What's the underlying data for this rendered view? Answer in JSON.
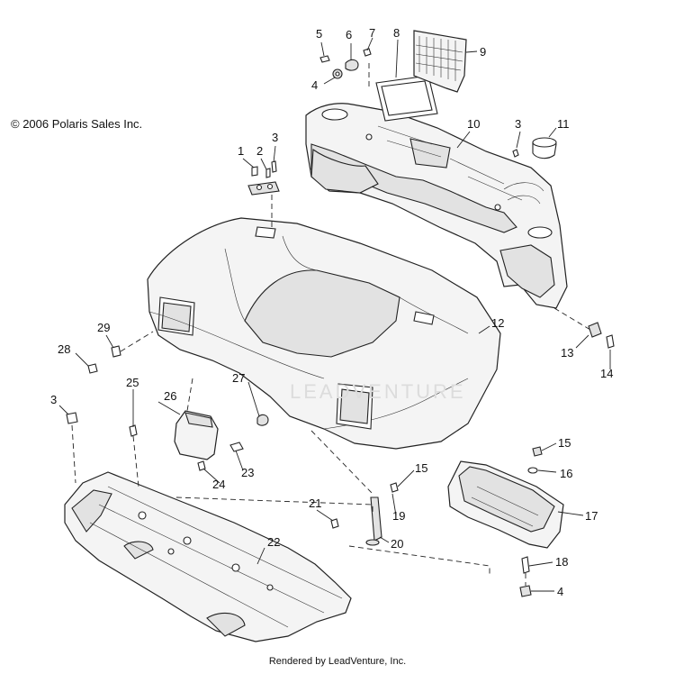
{
  "copyright": "© 2006 Polaris Sales Inc.",
  "watermark": "LEADVENTURE",
  "footer": "Rendered by LeadVenture, Inc.",
  "callouts": {
    "c1": "1",
    "c2": "2",
    "c3a": "3",
    "c3b": "3",
    "c3c": "3",
    "c4a": "4",
    "c4b": "4",
    "c5": "5",
    "c6": "6",
    "c7": "7",
    "c8": "8",
    "c9": "9",
    "c10": "10",
    "c11": "11",
    "c12": "12",
    "c13": "13",
    "c14": "14",
    "c15a": "15",
    "c15b": "15",
    "c16": "16",
    "c17": "17",
    "c18": "18",
    "c19": "19",
    "c20": "20",
    "c21": "21",
    "c22": "22",
    "c23": "23",
    "c24": "24",
    "c25": "25",
    "c26": "26",
    "c27": "27",
    "c28": "28",
    "c29": "29"
  }
}
